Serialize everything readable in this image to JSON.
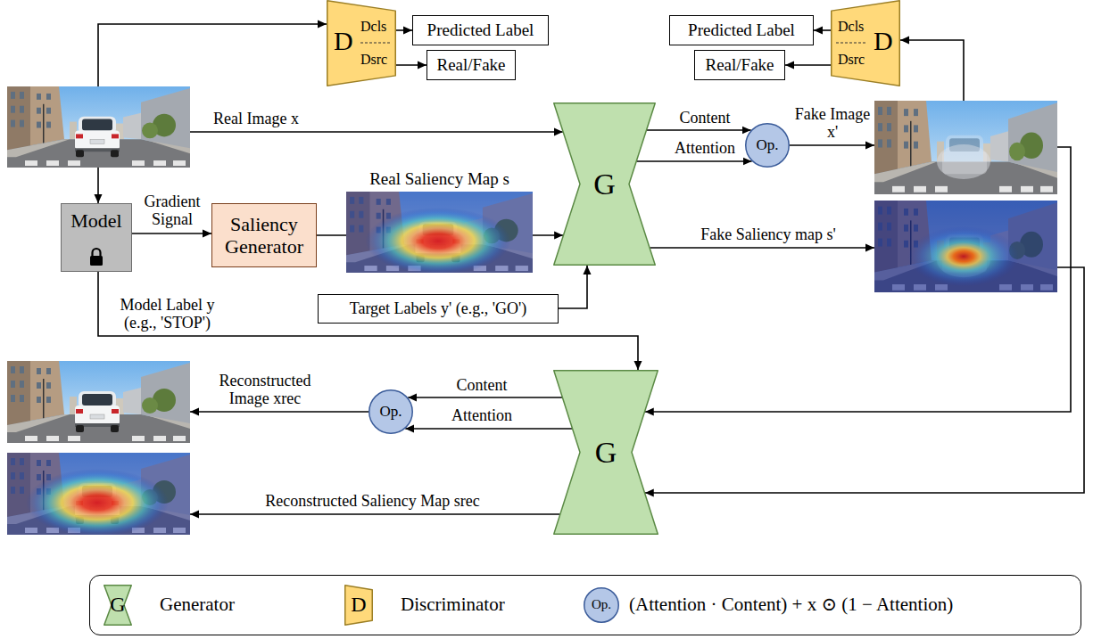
{
  "diagram": {
    "nodes": [
      {
        "text": [
          "D",
          "Dcls",
          "Dsrc"
        ]
      },
      {
        "text": [
          "Predicted Label"
        ]
      },
      {
        "text": [
          "Real/Fake"
        ]
      },
      {
        "text": [
          "Predicted Label"
        ]
      },
      {
        "text": [
          "Real/Fake"
        ]
      },
      {
        "text": [
          "D",
          "Dcls",
          "Dsrc"
        ]
      },
      {
        "text": []
      },
      {
        "text": [
          "G"
        ]
      },
      {
        "text": [
          "Op."
        ]
      },
      {
        "text": []
      },
      {
        "text": [
          "Model"
        ]
      },
      {
        "text": [
          "Saliency Generator"
        ]
      },
      {
        "text": [
          "Real Saliency Map s"
        ]
      },
      {
        "text": []
      },
      {
        "text": [
          "Target Labels y' (e.g., 'GO')"
        ]
      },
      {
        "text": [
          "Op."
        ]
      },
      {
        "text": [
          "G"
        ]
      },
      {
        "text": []
      },
      {
        "text": []
      }
    ],
    "edges": [
      {
        "from": 6,
        "to": 0,
        "arrow": "to"
      },
      {
        "from": 0,
        "to": 1,
        "arrow": "to"
      },
      {
        "from": 0,
        "to": 2,
        "arrow": "to"
      },
      {
        "from": 6,
        "to": 7,
        "label": "Real Image x",
        "arrow": "to"
      },
      {
        "from": 6,
        "to": 10,
        "arrow": "to"
      },
      {
        "from": 10,
        "to": 11,
        "label": "Gradient Signal",
        "arrow": "to"
      },
      {
        "from": 11,
        "to": 12,
        "arrow": "none"
      },
      {
        "from": 12,
        "to": 7,
        "arrow": "to"
      },
      {
        "from": 14,
        "to": 7,
        "arrow": "to"
      },
      {
        "from": 7,
        "to": 8,
        "label": "Content",
        "arrow": "to"
      },
      {
        "from": 7,
        "to": 8,
        "label": "Attention",
        "arrow": "to"
      },
      {
        "from": 8,
        "to": 9,
        "label": "Fake Image x'",
        "arrow": "to"
      },
      {
        "from": 7,
        "to": 13,
        "label": "Fake Saliency map s'",
        "arrow": "to"
      },
      {
        "from": 9,
        "to": 5,
        "arrow": "to"
      },
      {
        "from": 5,
        "to": 3,
        "arrow": "to"
      },
      {
        "from": 5,
        "to": 4,
        "arrow": "to"
      },
      {
        "from": 10,
        "to": 16,
        "label": "Model Label y (e.g., 'STOP')",
        "arrow": "to"
      },
      {
        "from": 9,
        "to": 16,
        "arrow": "to"
      },
      {
        "from": 13,
        "to": 16,
        "arrow": "to"
      },
      {
        "from": 16,
        "to": 15,
        "label": "Content",
        "arrow": "to"
      },
      {
        "from": 16,
        "to": 15,
        "label": "Attention",
        "arrow": "to"
      },
      {
        "from": 15,
        "to": 17,
        "label": "Reconstructed Image xrec",
        "arrow": "to"
      },
      {
        "from": 16,
        "to": 18,
        "label": "Reconstructed Saliency Map srec",
        "arrow": "to"
      }
    ],
    "labels": [
      "G",
      "D",
      "Op."
    ],
    "legend": [
      {
        "text": "Generator"
      },
      {
        "text": "Discriminator"
      },
      {
        "text": "(Attention · Content) + x ⊙ (1 − Attention)"
      }
    ]
  }
}
